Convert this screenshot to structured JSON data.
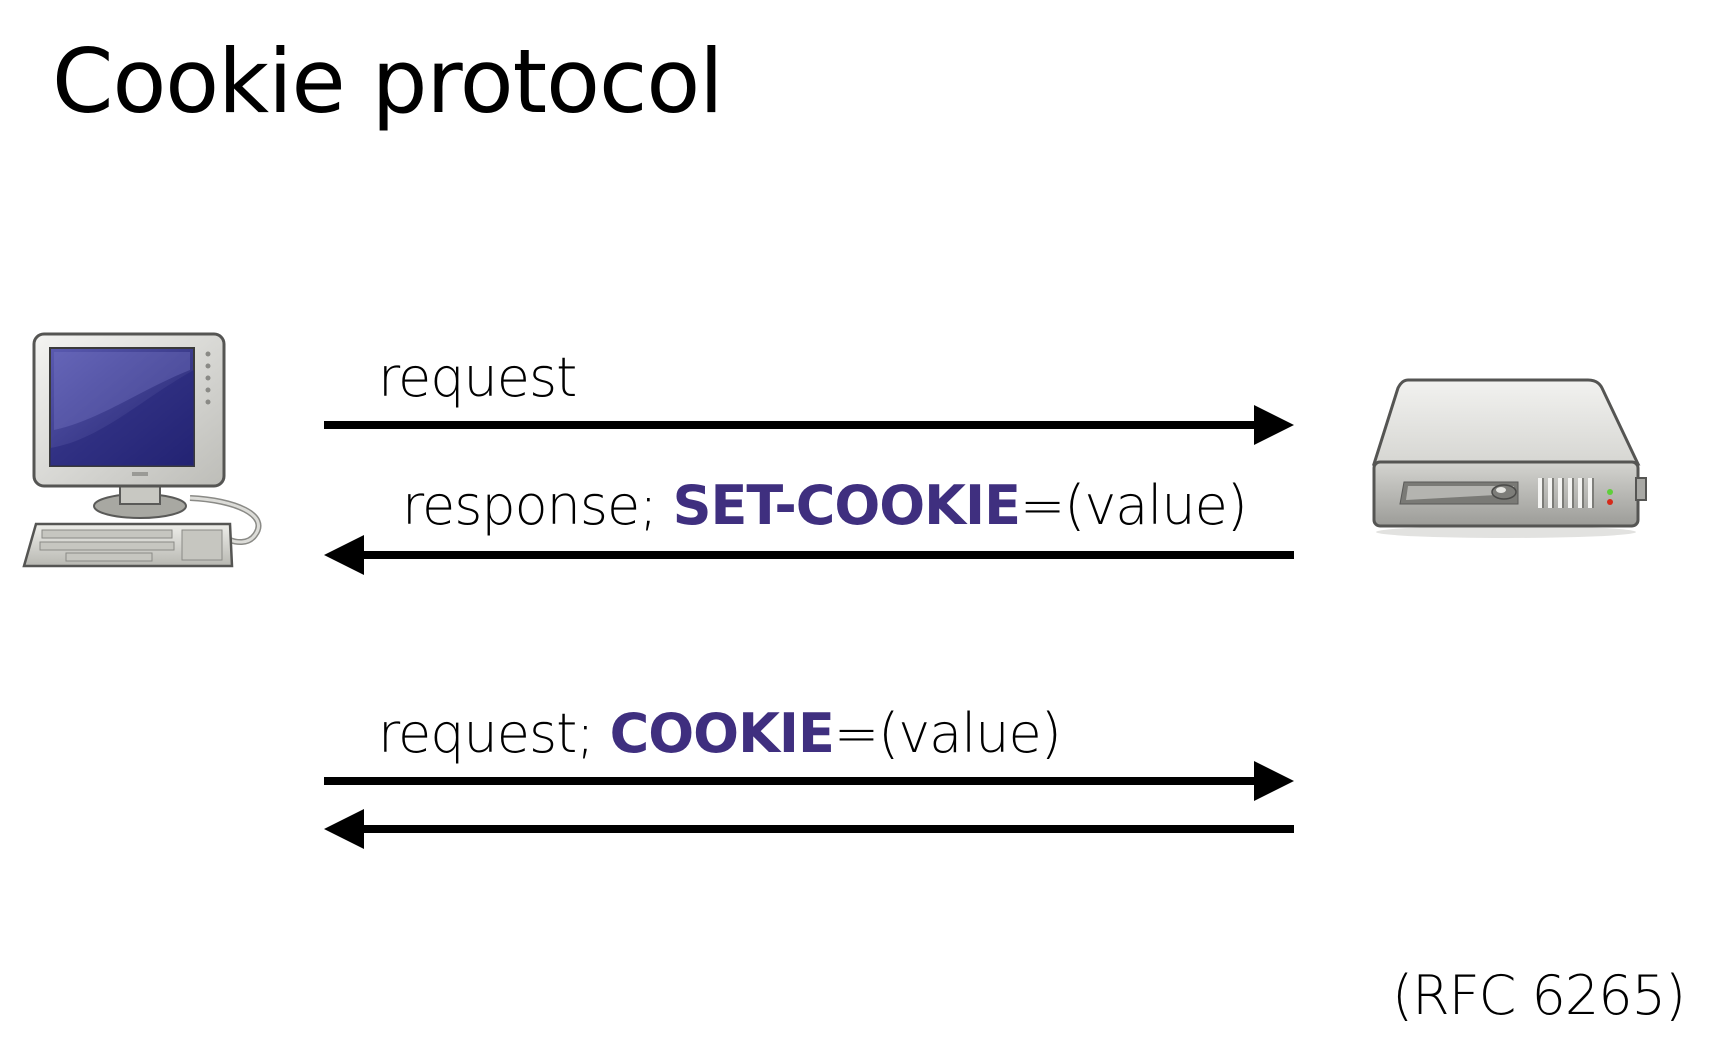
{
  "slide": {
    "title": "Cookie protocol",
    "reference": "(RFC 6265)"
  },
  "messages": [
    {
      "direction": "client-to-server",
      "text": "request",
      "keyword": "",
      "suffix": ""
    },
    {
      "direction": "server-to-client",
      "text": "response; ",
      "keyword": "SET-COOKIE",
      "suffix": "=(value)"
    },
    {
      "direction": "client-to-server",
      "text": "request; ",
      "keyword": "COOKIE",
      "suffix": "=(value)"
    },
    {
      "direction": "server-to-client",
      "text": "",
      "keyword": "",
      "suffix": ""
    }
  ],
  "colors": {
    "keyword": "#3f2f7f",
    "arrow": "#000000",
    "screen": "#2a2a7a"
  },
  "icons": {
    "client": "desktop-computer-icon",
    "server": "server-icon"
  }
}
